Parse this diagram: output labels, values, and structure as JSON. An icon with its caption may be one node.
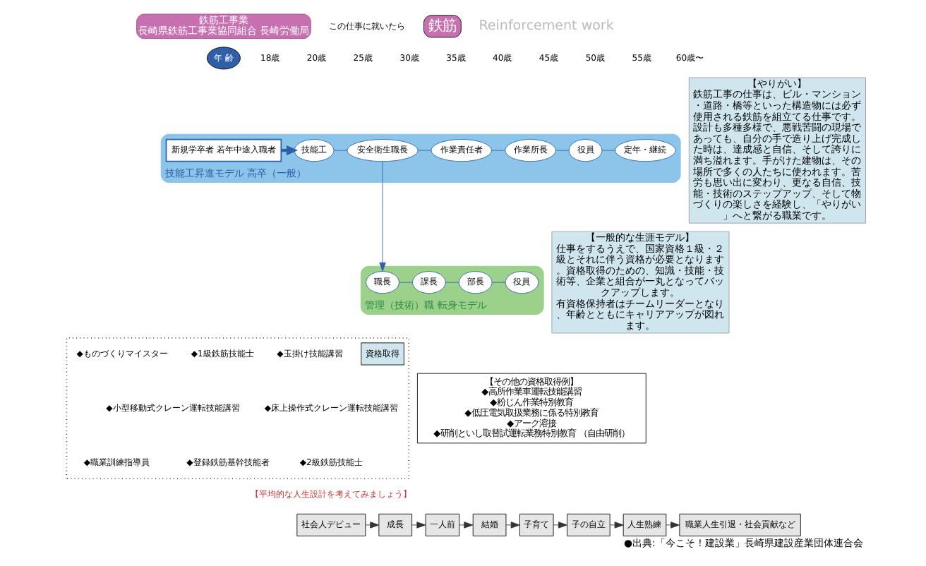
{
  "diagram": {
    "caption": "●出典:「今こそ！建設業」長崎県建設産業団体連合会",
    "nodes": [
      {
        "text": [
          "鉄筋工事業",
          "長崎県鉄筋工事業協同組合 長崎労働局"
        ]
      },
      {
        "text": [
          "鉄筋"
        ],
        "beside": [
          "この仕事に就いたら"
        ]
      },
      {
        "text": [
          "年 齢"
        ]
      },
      {
        "text": [
          "技能工昇進モデル 高卒（一般）"
        ]
      },
      {
        "text": [
          "新規学卒者 若年中途入職者"
        ],
        "in": 3
      },
      {
        "text": [
          "技能工"
        ],
        "in": 3
      },
      {
        "text": [
          "安全衛生職長"
        ],
        "in": 3
      },
      {
        "text": [
          "作業責任者"
        ],
        "in": 3
      },
      {
        "text": [
          "作業所長"
        ],
        "in": 3
      },
      {
        "text": [
          "役員"
        ],
        "in": 3
      },
      {
        "text": [
          "定年・継続"
        ],
        "in": 3
      },
      {
        "text": [
          "【やりがい】",
          "鉄筋工事の仕事は、ビル・マンション・道路・橋等といった構造物には必ず使用される鉄筋を組立てる仕事です。設計も多種多様で、悪戦苦闘の現場であっても、自分の手で造り上げ完成した時は、達成感と自信、そして誇りに満ち溢れます。手がけた建物は、その場所で多くの人たちに使われます。苦労も思い出に変わり、更なる自信、技能・技術のステップアップ、そして物づくりの楽しさを経験し、「やりがい」へと繋がる職業です。"
        ]
      },
      {
        "text": [
          "管理（技術）職 転身モデル"
        ]
      },
      {
        "text": [
          "職長"
        ],
        "in": 12
      },
      {
        "text": [
          "課長"
        ],
        "in": 12
      },
      {
        "text": [
          "部長"
        ],
        "in": 12
      },
      {
        "text": [
          "役員"
        ],
        "in": 12
      },
      {
        "text": [
          "【一般的な生涯モデル】",
          "仕事をするうえで、国家資格１級・２級とそれに伴う資格が必要となります。資格取得のための、知識・技能・技術等、企業と組合が一丸となってバックアップします。",
          "有資格保持者はチームリーダーとなり、年齢とともにキャリアアップが図れます。"
        ]
      },
      {
        "text": [],
        "shape": "box"
      },
      {
        "text": [
          "資格取得"
        ],
        "in": 18
      },
      {
        "text": [
          "【その他の資格取得例】",
          "◆高所作業車運転技能講習",
          "◆粉じん作業特別教育",
          "◆低圧電気取扱業務に係る特別教育",
          "◆アーク溶接",
          "◆研削といし取替試運転業務特別教育 （自由研削）"
        ]
      },
      {
        "text": [
          "社会人デビュー"
        ]
      },
      {
        "text": [
          "成長"
        ]
      },
      {
        "text": [
          "一人前"
        ]
      },
      {
        "text": [
          "結婚"
        ]
      },
      {
        "text": [
          "子育て"
        ]
      },
      {
        "text": [
          "子の自立"
        ]
      },
      {
        "text": [
          "人生熟練"
        ]
      },
      {
        "text": [
          "職業人生引退・社会貢献など"
        ]
      }
    ],
    "edges": [
      {
        "from": 4,
        "to": 5,
        "arrow": "to",
        "style": "thick"
      },
      {
        "from": 5,
        "to": 6,
        "arrow": "none"
      },
      {
        "from": 6,
        "to": 7,
        "arrow": "none"
      },
      {
        "from": 7,
        "to": 8,
        "arrow": "none"
      },
      {
        "from": 8,
        "to": 9,
        "arrow": "none"
      },
      {
        "from": 9,
        "to": 10,
        "arrow": "none"
      },
      {
        "from": 6,
        "to": 13,
        "arrow": "to"
      },
      {
        "from": 13,
        "to": 14,
        "arrow": "none"
      },
      {
        "from": 14,
        "to": 15,
        "arrow": "none"
      },
      {
        "from": 15,
        "to": 16,
        "arrow": "none"
      },
      {
        "from": 21,
        "to": 22,
        "arrow": "to",
        "color": "#333333"
      },
      {
        "from": 22,
        "to": 23,
        "arrow": "to",
        "color": "#333333"
      },
      {
        "from": 23,
        "to": 24,
        "arrow": "to",
        "color": "#333333"
      },
      {
        "from": 24,
        "to": 25,
        "arrow": "to",
        "color": "#333333"
      },
      {
        "from": 25,
        "to": 26,
        "arrow": "to",
        "color": "#333333"
      },
      {
        "from": 26,
        "to": 27,
        "arrow": "to",
        "color": "#333333"
      },
      {
        "from": 27,
        "to": 28,
        "arrow": "to",
        "color": "#333333"
      }
    ],
    "labels": [
      "Reinforcement work",
      "18歳",
      "20歳",
      "25歳",
      "30歳",
      "35歳",
      "40歳",
      "45歳",
      "50歳",
      "55歳",
      "60歳〜",
      "◆玉掛け技能講習",
      "◆1級鉄筋技能士",
      "◆ものづくりマイスター",
      "◆床上操作式クレーン運転技能講習",
      "◆小型移動式クレーン運転技能講習",
      "◆2級鉄筋技能士",
      "◆登録鉄筋基幹技能者",
      "◆職業訓練指導員",
      "【平均的な人生設計を考えてみましょう】"
    ]
  }
}
